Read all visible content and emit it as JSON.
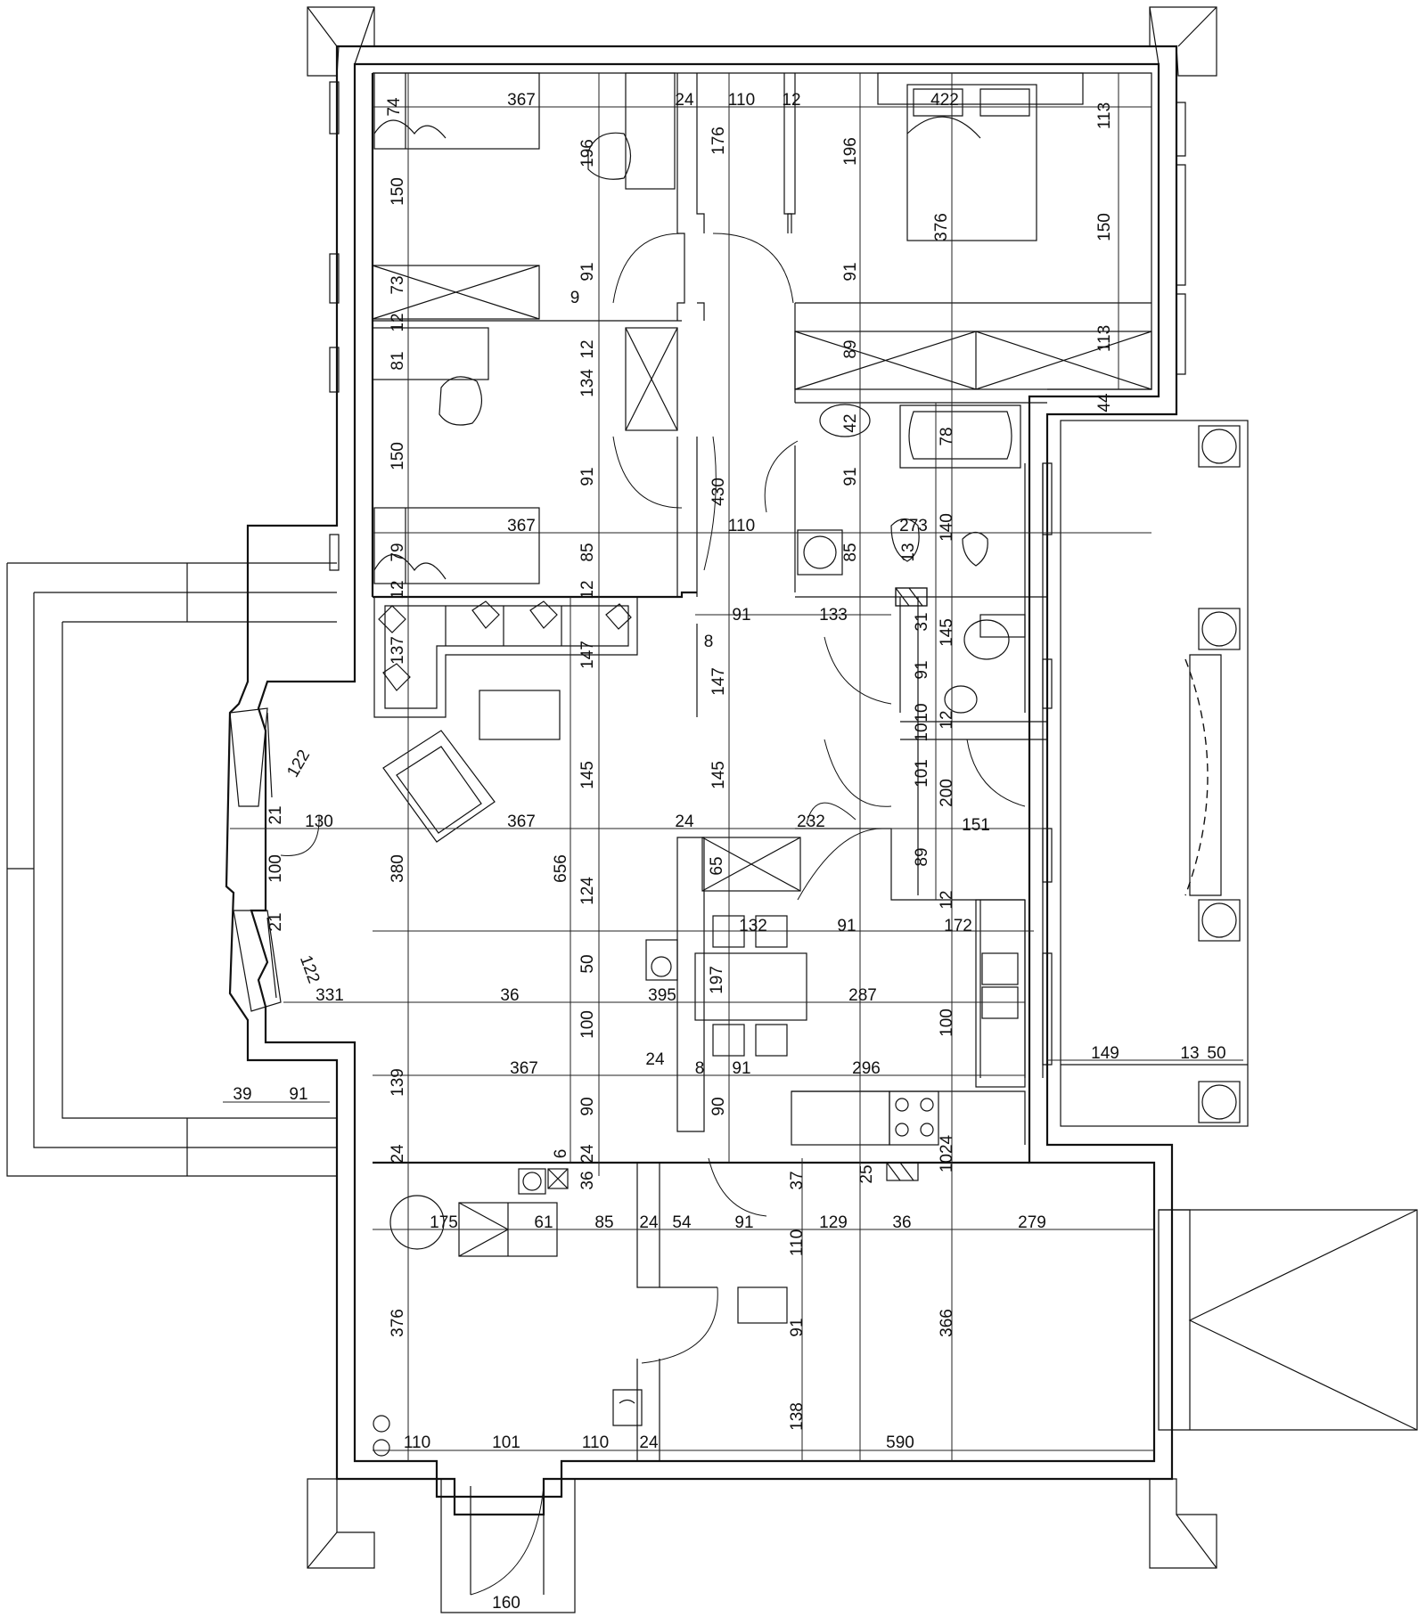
{
  "palette": {
    "line": "#111111",
    "background": "#ffffff"
  },
  "dimension_labels": [
    "74",
    "367",
    "24",
    "110",
    "12",
    "422",
    "113",
    "196",
    "176",
    "196",
    "150",
    "376",
    "150",
    "73",
    "91",
    "91",
    "9",
    "12",
    "12",
    "81",
    "134",
    "89",
    "113",
    "44",
    "42",
    "78",
    "150",
    "91",
    "91",
    "430",
    "367",
    "110",
    "273",
    "140",
    "79",
    "85",
    "85",
    "13",
    "12",
    "12",
    "91",
    "133",
    "31",
    "145",
    "8",
    "137",
    "147",
    "147",
    "91",
    "122",
    "10",
    "10",
    "12",
    "145",
    "145",
    "101",
    "200",
    "21",
    "130",
    "367",
    "24",
    "232",
    "151",
    "100",
    "380",
    "656",
    "65",
    "89",
    "124",
    "12",
    "21",
    "132",
    "91",
    "172",
    "122",
    "50",
    "197",
    "100",
    "331",
    "36",
    "395",
    "287",
    "100",
    "24",
    "8",
    "91",
    "296",
    "149",
    "13",
    "50",
    "39",
    "91",
    "139",
    "367",
    "90",
    "90",
    "24",
    "6",
    "24",
    "1024",
    "37",
    "25",
    "36",
    "175",
    "61",
    "85",
    "24",
    "54",
    "91",
    "110",
    "129",
    "36",
    "279",
    "376",
    "91",
    "366",
    "138",
    "110",
    "101",
    "110",
    "24",
    "590",
    "160"
  ]
}
